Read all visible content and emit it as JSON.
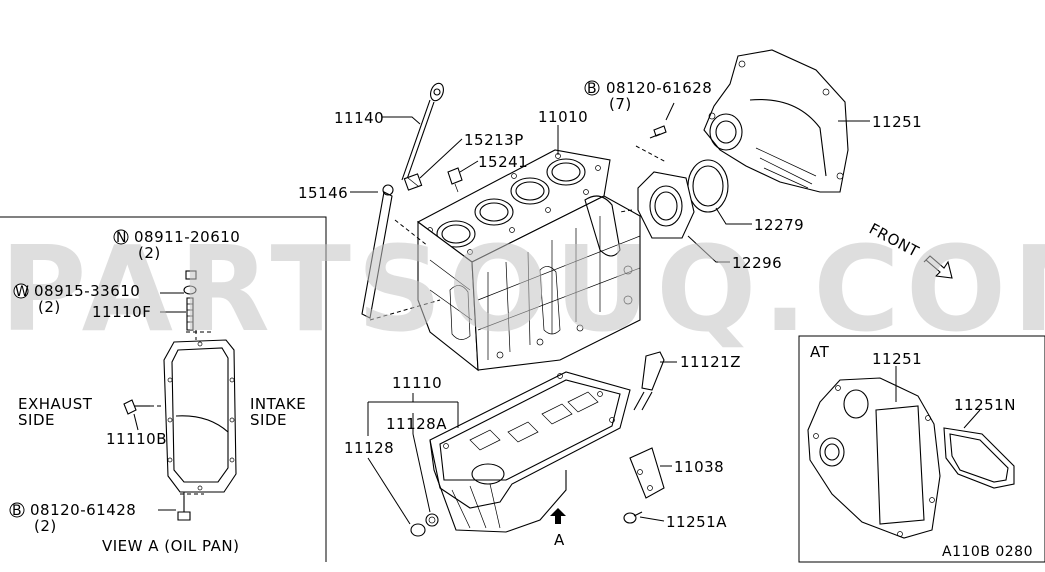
{
  "watermark": "PARTSOUQ.COM",
  "callouts": {
    "block": "11010",
    "dipstick": "11140",
    "guide_tube": "15146",
    "plug_p": "15213P",
    "sensor": "15241",
    "bolt_b_top": "08120-61628",
    "bolt_b_top_marker": "B",
    "bolt_b_top_qty": "(7)",
    "rear_plate": "11251",
    "oil_seal": "12279",
    "seal_retainer": "12296",
    "front": "FRONT",
    "oil_pan": "11110",
    "drain_plug": "11128",
    "drain_washer": "11128A",
    "strainer": "11121Z",
    "bracket": "11038",
    "bolt_a": "11251A",
    "view_arrow": "A"
  },
  "inset_oil_pan": {
    "nut": "08911-20610",
    "nut_marker": "N",
    "nut_qty": "(2)",
    "washer": "08915-33610",
    "washer_marker": "W",
    "washer_qty": "(2)",
    "stud": "11110F",
    "exhaust_line1": "EXHAUST",
    "exhaust_line2": "SIDE",
    "intake_line1": "INTAKE",
    "intake_line2": "SIDE",
    "bolt": "11110B",
    "bolt_b": "08120-61428",
    "bolt_b_marker": "B",
    "bolt_b_qty": "(2)",
    "view_caption": "VIEW A (OIL PAN)"
  },
  "inset_at": {
    "title": "AT",
    "plate": "11251",
    "cover": "11251N"
  },
  "figure_code": "A110B 0280"
}
